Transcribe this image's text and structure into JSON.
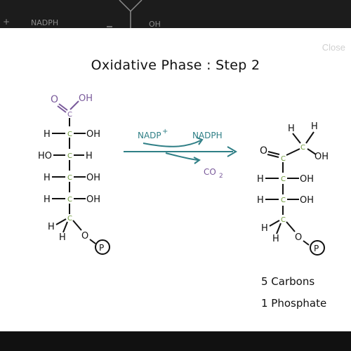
{
  "background_hint": {
    "left": "+",
    "mid": "NADPH",
    "right": "OH"
  },
  "modal": {
    "close_label": "Close"
  },
  "title": "Oxidative Phase : Step 2",
  "left_molecule": {
    "carboxyl_o": "O",
    "carboxyl_oh": "OH",
    "carbon": "C",
    "rows": [
      {
        "left": "H",
        "right": "OH"
      },
      {
        "left": "HO",
        "right": "H"
      },
      {
        "left": "H",
        "right": "OH"
      },
      {
        "left": "H",
        "right": "OH"
      }
    ],
    "bottom_h1": "H",
    "bottom_h2": "H",
    "bottom_o": "O",
    "phosphate": "P"
  },
  "reaction": {
    "input": "NADP",
    "input_charge": "+",
    "output": "NADPH",
    "byproduct": "CO",
    "byproduct_sub": "2"
  },
  "right_molecule": {
    "top_h1": "H",
    "top_h2": "H",
    "top_oh": "OH",
    "ketone_o": "O",
    "carbon": "C",
    "rows": [
      {
        "left": "H",
        "right": "OH"
      },
      {
        "left": "H",
        "right": "OH"
      }
    ],
    "bottom_h1": "H",
    "bottom_h2": "H",
    "bottom_o": "O",
    "phosphate": "P"
  },
  "facts": {
    "carbons": "5 Carbons",
    "phosphate": "1 Phosphate"
  },
  "colors": {
    "carboxyl": "#7a5a9b",
    "carbon": "#6f9a3c",
    "reaction": "#2f7f86",
    "ink": "#111111"
  }
}
